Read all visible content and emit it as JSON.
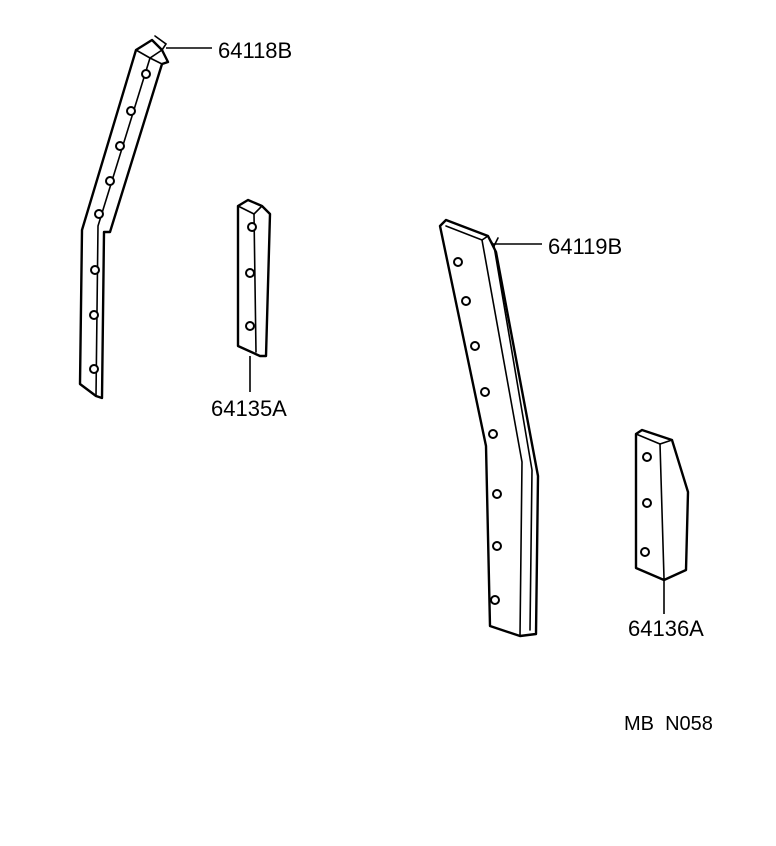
{
  "parts": [
    {
      "id": "part-64118b",
      "part_number": "64118B"
    },
    {
      "id": "part-64135a",
      "part_number": "64135A"
    },
    {
      "id": "part-64119b",
      "part_number": "64119B"
    },
    {
      "id": "part-64136a",
      "part_number": "64136A"
    }
  ],
  "reference_code": "MB  N058",
  "colors": {
    "line": "#000000",
    "background": "#ffffff"
  }
}
